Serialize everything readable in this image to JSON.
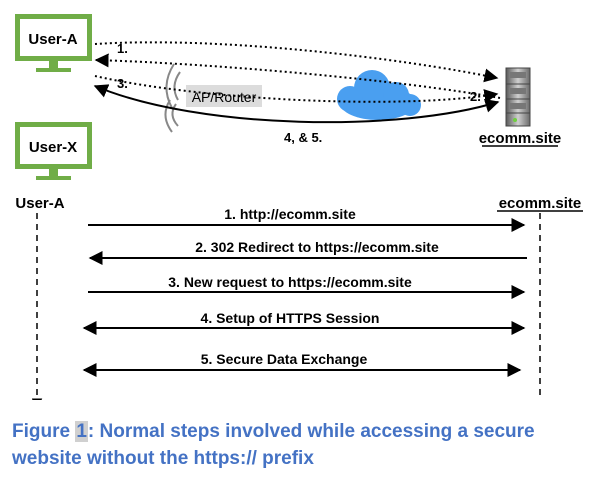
{
  "top": {
    "user_a_label": "User-A",
    "user_x_label": "User-X",
    "ap_router_label": "AP/Router",
    "server_label": "ecomm.site",
    "step1_label": "1.",
    "step2_label": "2.",
    "step3_label": "3.",
    "step45_label": "4, & 5.",
    "monitor_color": "#70ad47",
    "cloud_color": "#4a9ff0",
    "icons": [
      "monitor-icon",
      "wifi-icon",
      "cloud-icon",
      "server-icon"
    ]
  },
  "sequence": {
    "left_actor": "User-A",
    "right_actor": "ecomm.site",
    "messages": [
      {
        "label": "1. http://ecomm.site",
        "direction": "right"
      },
      {
        "label": "2. 302 Redirect to  https://ecomm.site",
        "direction": "left"
      },
      {
        "label": "3. New request to https://ecomm.site",
        "direction": "right"
      },
      {
        "label": "4. Setup of HTTPS Session",
        "direction": "both"
      },
      {
        "label": "5. Secure Data Exchange",
        "direction": "both"
      }
    ]
  },
  "caption": {
    "prefix": "Figure ",
    "number": "1",
    "text": ": Normal steps involved while accessing a secure website without the https:// prefix"
  }
}
